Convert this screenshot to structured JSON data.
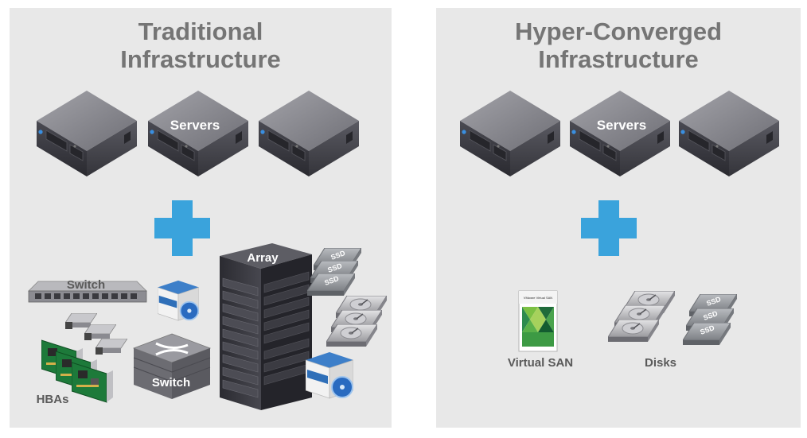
{
  "traditional": {
    "title_line1": "Traditional",
    "title_line2": "Infrastructure",
    "servers_label": "Servers",
    "switch_top_label": "Switch",
    "switch_label": "Switch",
    "array_label": "Array",
    "hbas_label": "HBAs",
    "ssd_label": "SSD"
  },
  "hyperconverged": {
    "title_line1": "Hyper-Converged",
    "title_line2": "Infrastructure",
    "servers_label": "Servers",
    "vsan_label": "Virtual SAN",
    "vsan_box_text": "VMware Virtual SAN",
    "disks_label": "Disks",
    "ssd_label": "SSD"
  },
  "colors": {
    "panel_bg": "#e8e8e8",
    "title": "#757575",
    "plus": "#3aa3dc",
    "server_top": "#8e8e94",
    "server_front": "#3b3b42",
    "label_gray": "#5a5a5a"
  },
  "icons": [
    "server-icon",
    "plus-icon",
    "switch-icon",
    "sfp-module-icon",
    "hba-card-icon",
    "software-box-icon",
    "storage-array-icon",
    "ssd-icon",
    "hard-disk-icon",
    "vsan-box-icon"
  ]
}
